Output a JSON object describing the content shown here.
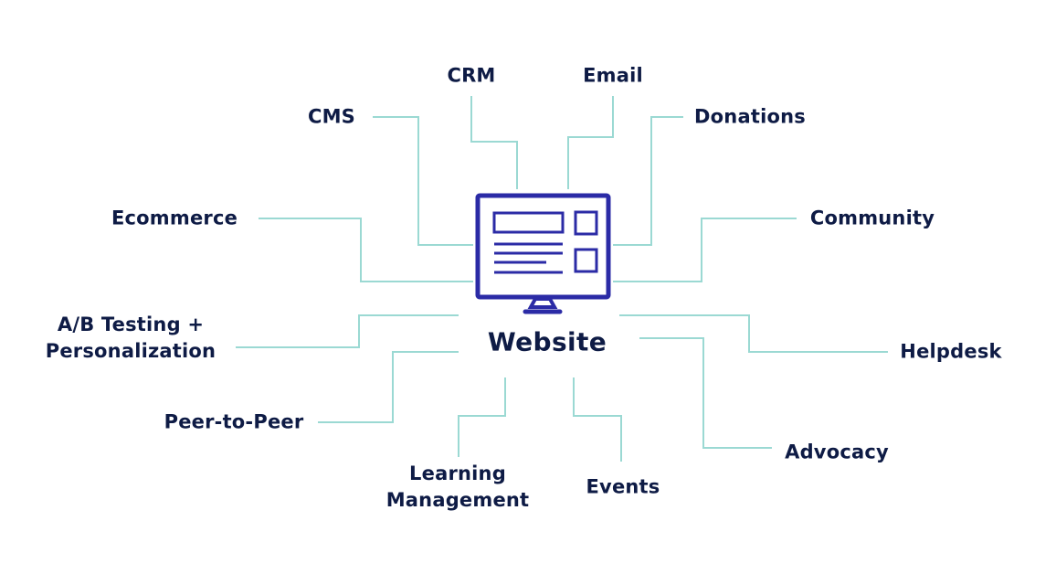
{
  "colors": {
    "bg": "#ffffff",
    "line": "#9bd9d3",
    "monitor": "#2b2ba6",
    "text": "#0e1b45"
  },
  "center": {
    "label": "Website",
    "icon": "monitor-icon"
  },
  "nodes": [
    {
      "id": "crm",
      "label": "CRM"
    },
    {
      "id": "email",
      "label": "Email"
    },
    {
      "id": "cms",
      "label": "CMS"
    },
    {
      "id": "donations",
      "label": "Donations"
    },
    {
      "id": "ecommerce",
      "label": "Ecommerce"
    },
    {
      "id": "community",
      "label": "Community"
    },
    {
      "id": "ab-testing-personalization",
      "label": "A/B Testing + Personalization"
    },
    {
      "id": "helpdesk",
      "label": "Helpdesk"
    },
    {
      "id": "peer-to-peer",
      "label": "Peer-to-Peer"
    },
    {
      "id": "advocacy",
      "label": "Advocacy"
    },
    {
      "id": "learning-management",
      "label": "Learning Management"
    },
    {
      "id": "events",
      "label": "Events"
    }
  ]
}
